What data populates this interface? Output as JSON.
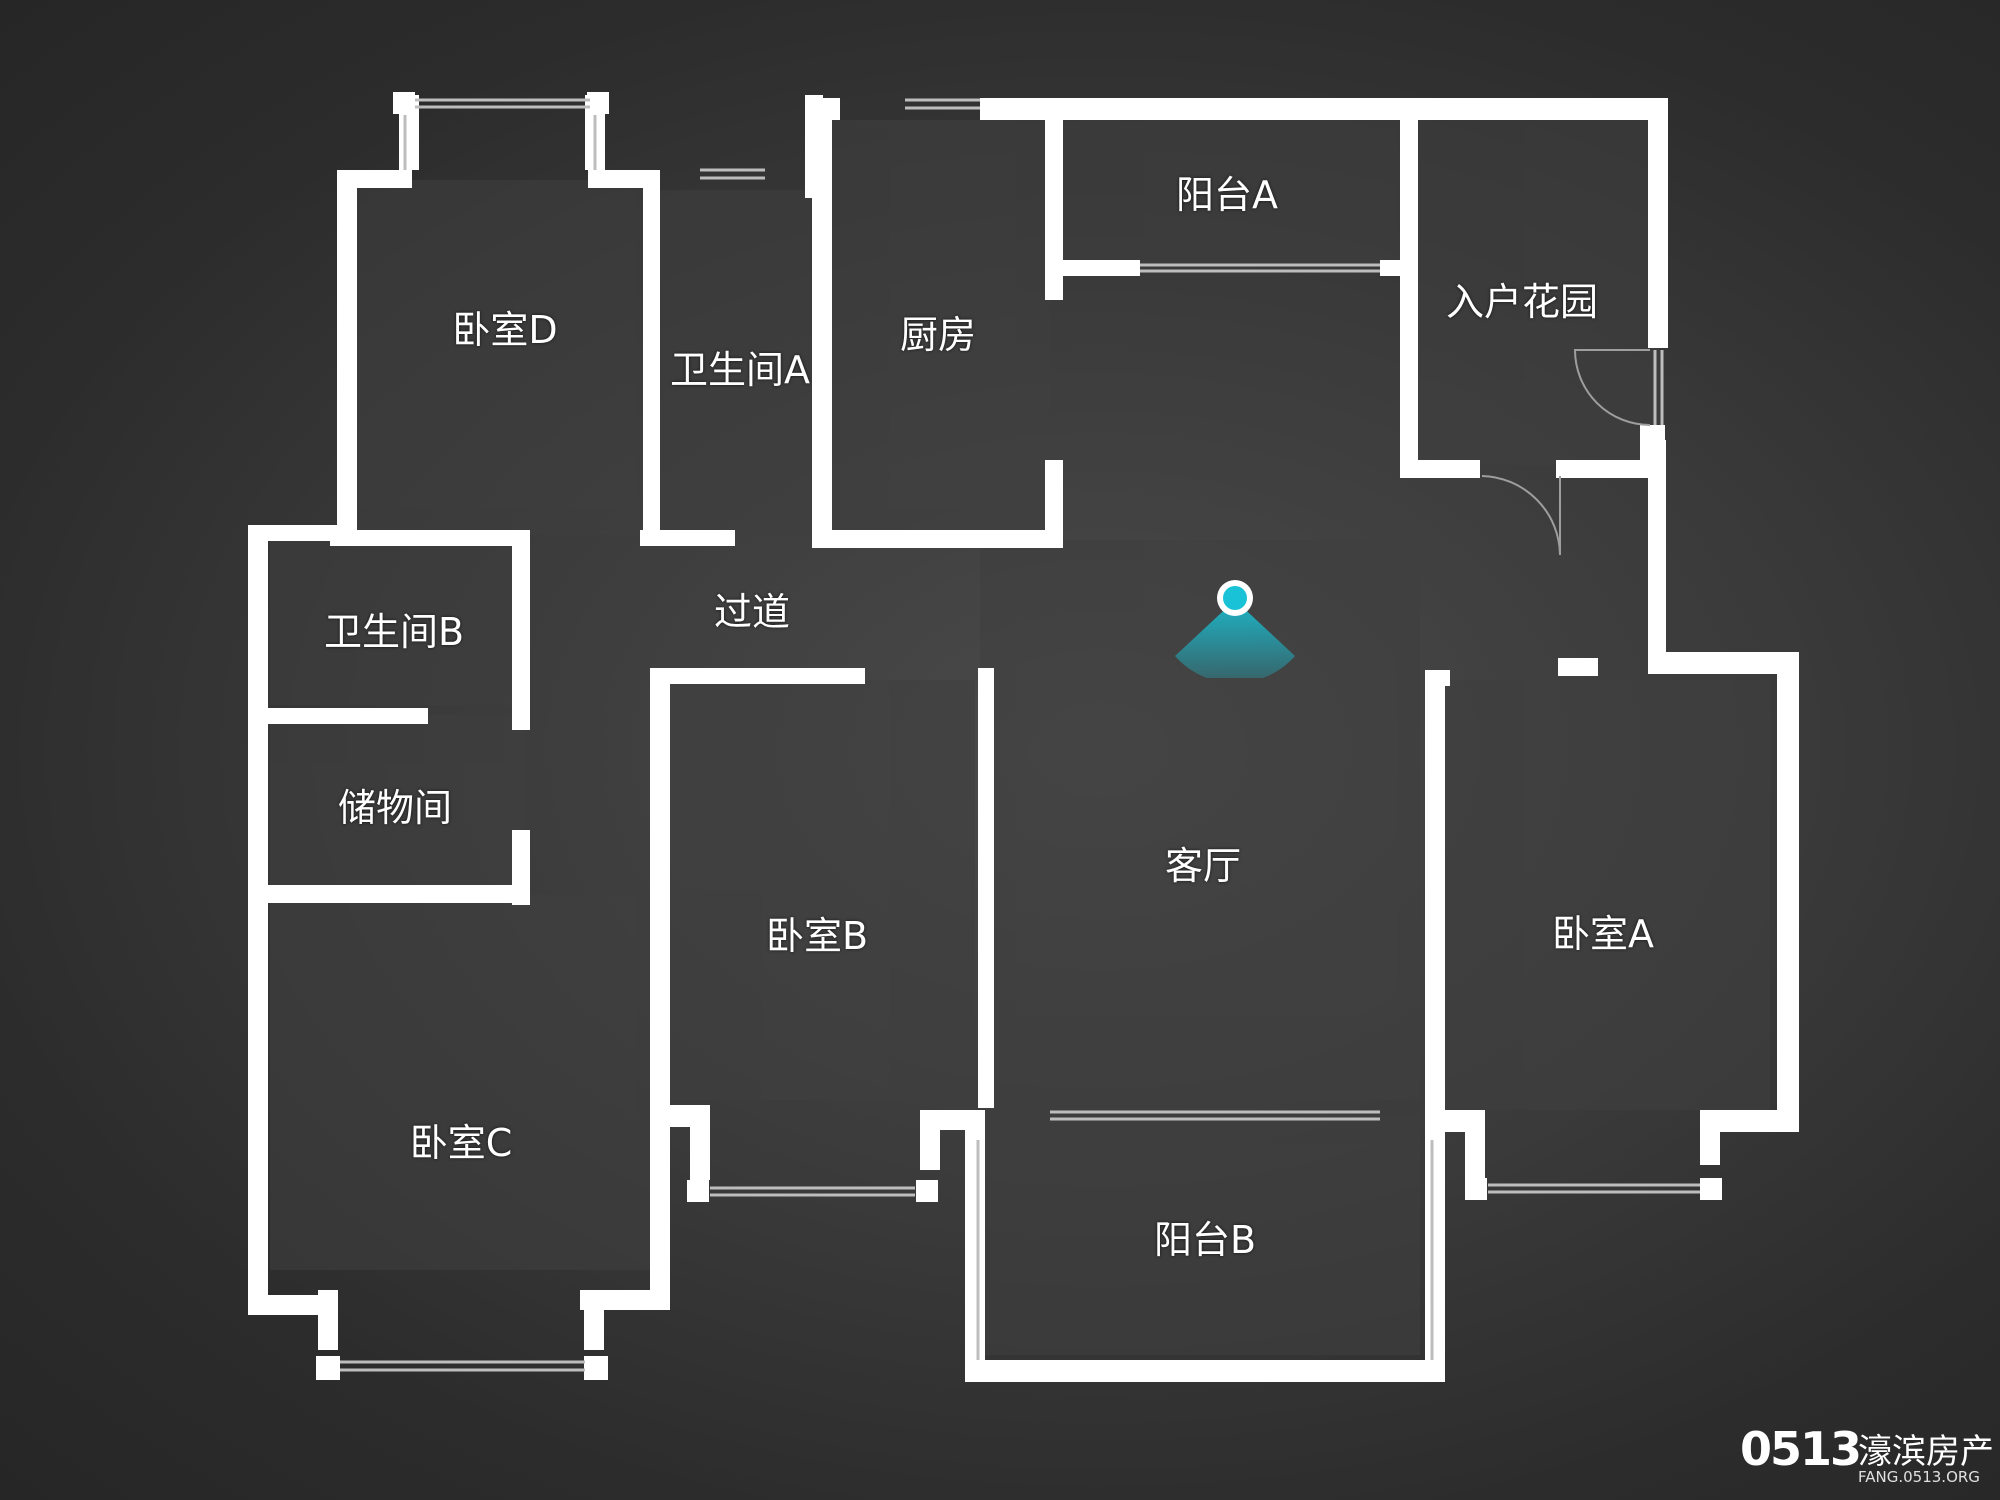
{
  "rooms": {
    "bedroom_d": "卧室D",
    "bathroom_a": "卫生间A",
    "kitchen": "厨房",
    "balcony_a": "阳台A",
    "entry_garden": "入户花园",
    "bathroom_b": "卫生间B",
    "corridor": "过道",
    "storage": "储物间",
    "living_room": "客厅",
    "bedroom_b": "卧室B",
    "bedroom_a": "卧室A",
    "bedroom_c": "卧室C",
    "balcony_b": "阳台B"
  },
  "watermark": {
    "logo": "0513",
    "name": "濠滨房产",
    "url": "FANG.0513.ORG"
  },
  "colors": {
    "wall": "#ffffff",
    "window": "#bdbdbd",
    "viewpoint": "#19c2d6"
  },
  "icons": {
    "viewpoint": "camera-viewpoint-icon"
  }
}
